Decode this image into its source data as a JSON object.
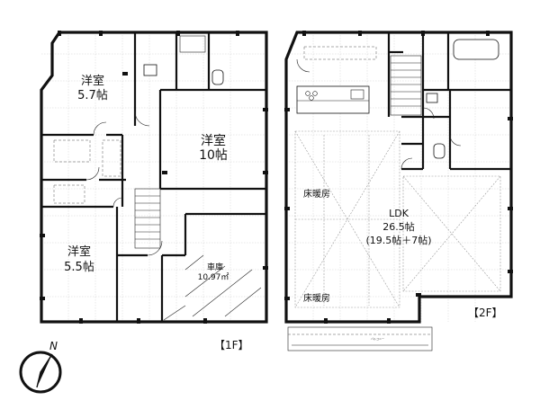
{
  "floor1": {
    "label": "【1F】",
    "rooms": {
      "bedroom_57": {
        "name": "洋室",
        "size": "5.7帖"
      },
      "bedroom_10": {
        "name": "洋室",
        "size": "10帖"
      },
      "bedroom_55": {
        "name": "洋室",
        "size": "5.5帖"
      },
      "garage": {
        "name": "車庫",
        "size": "10.97㎡"
      }
    }
  },
  "floor2": {
    "label": "【2F】",
    "ldk": {
      "name": "LDK",
      "size": "26.5帖",
      "breakdown": "(19.5帖＋7帖)"
    },
    "floor_heating_1": "床暖房",
    "floor_heating_2": "床暖房",
    "balcony": "バルコニー"
  },
  "compass": {
    "letter": "N"
  },
  "colors": {
    "wall": "#111111",
    "background": "#ffffff",
    "grid": "#bdbdbd"
  }
}
